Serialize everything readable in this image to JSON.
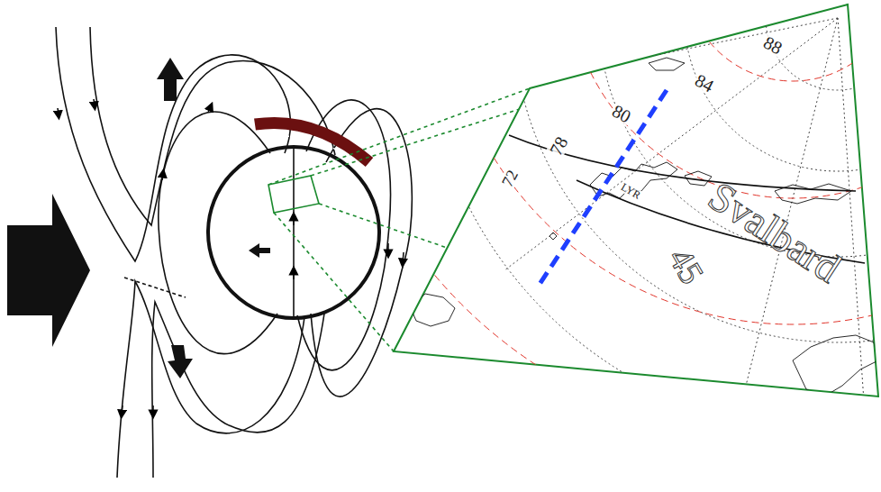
{
  "diagram": {
    "labels": [
      "88",
      "84",
      "80",
      "78",
      "72",
      "LYR",
      "Svalbard",
      "45"
    ]
  }
}
